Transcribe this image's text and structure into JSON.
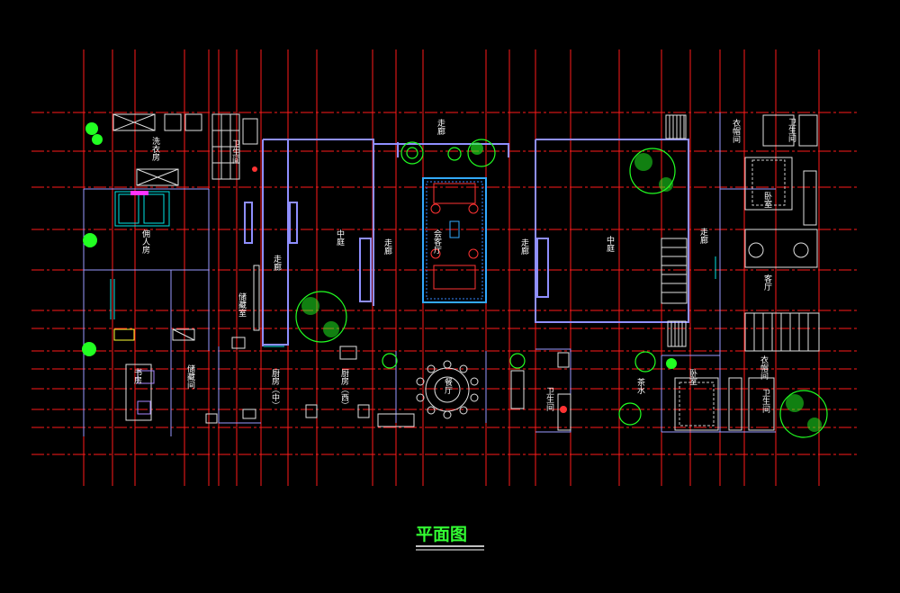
{
  "title": "平面图",
  "rooms": {
    "laundry": "洗衣房",
    "bath_left": "卫生间",
    "servant": "佣人房",
    "corridor_left": "走廊",
    "storage_left": "储藏室",
    "courtyard_left": "中庭",
    "corridor_mid_left": "走廊",
    "meeting": "会客厅",
    "corridor_mid_right": "走廊",
    "courtyard_right": "中庭",
    "corridor_right": "走廊",
    "corridor_top": "走廊",
    "closet_top": "衣帽间",
    "bath_top_right": "卫生间",
    "bedroom_right": "卧室",
    "guest_room": "客厅",
    "study": "书房",
    "closet_left": "储藏间",
    "kitchen_mid": "厨房（中）",
    "kitchen_west": "厨房（西）",
    "dining": "餐厅",
    "bath_mid": "卫生间",
    "tea": "茶水",
    "bedroom_bottom": "卧室",
    "closet_bottom": "衣帽间",
    "bath_bottom_right": "卫生间"
  }
}
